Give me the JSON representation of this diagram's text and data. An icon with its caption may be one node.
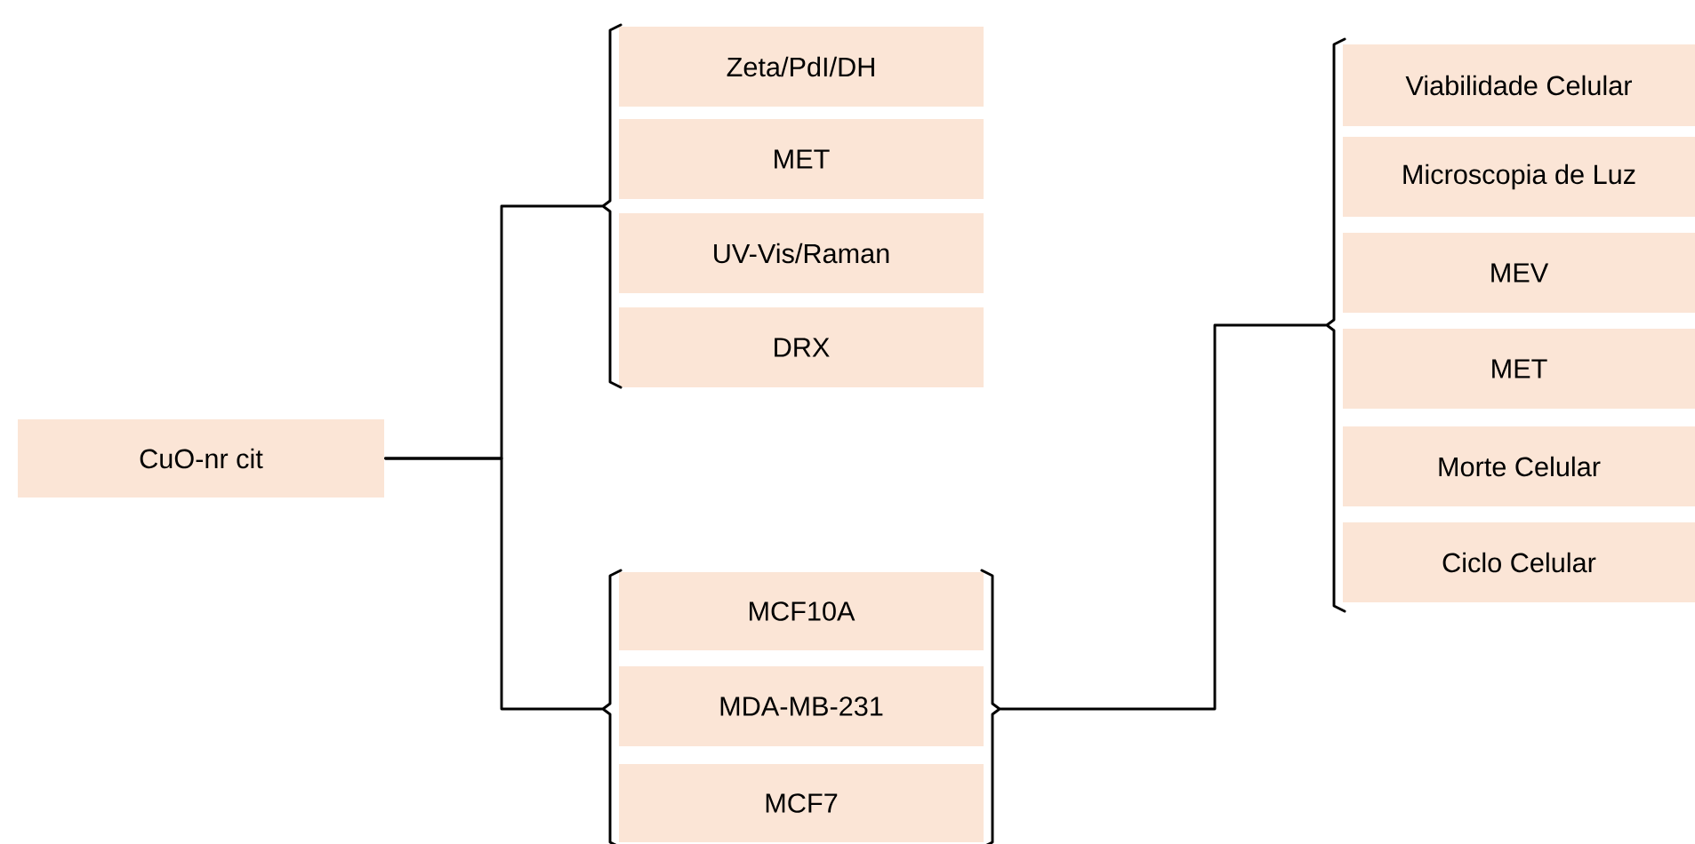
{
  "diagram": {
    "nodes": [
      {
        "text": [
          "CuO-nr cit"
        ]
      },
      {
        "text": [
          "Zeta/PdI/DH"
        ]
      },
      {
        "text": [
          "MET"
        ]
      },
      {
        "text": [
          "UV-Vis/Raman"
        ]
      },
      {
        "text": [
          "DRX"
        ]
      },
      {
        "text": [
          "MCF10A"
        ]
      },
      {
        "text": [
          "MDA-MB-231"
        ]
      },
      {
        "text": [
          "MCF7"
        ]
      },
      {
        "text": [
          "Viabilidade Celular"
        ]
      },
      {
        "text": [
          "Microscopia de Luz"
        ]
      },
      {
        "text": [
          "MEV"
        ]
      },
      {
        "text": [
          "MET"
        ]
      },
      {
        "text": [
          "Morte Celular"
        ]
      },
      {
        "text": [
          "Ciclo Celular"
        ]
      },
      {
        "text": [],
        "shape": "bracket"
      },
      {
        "text": [],
        "shape": "bracket"
      },
      {
        "text": [],
        "shape": "bracket"
      },
      {
        "text": [],
        "shape": "bracket"
      }
    ],
    "edges": [
      {
        "from": 0,
        "to": 14,
        "arrow": "none"
      },
      {
        "from": 0,
        "to": 15,
        "arrow": "none"
      },
      {
        "from": 16,
        "to": 17,
        "arrow": "none"
      }
    ]
  }
}
